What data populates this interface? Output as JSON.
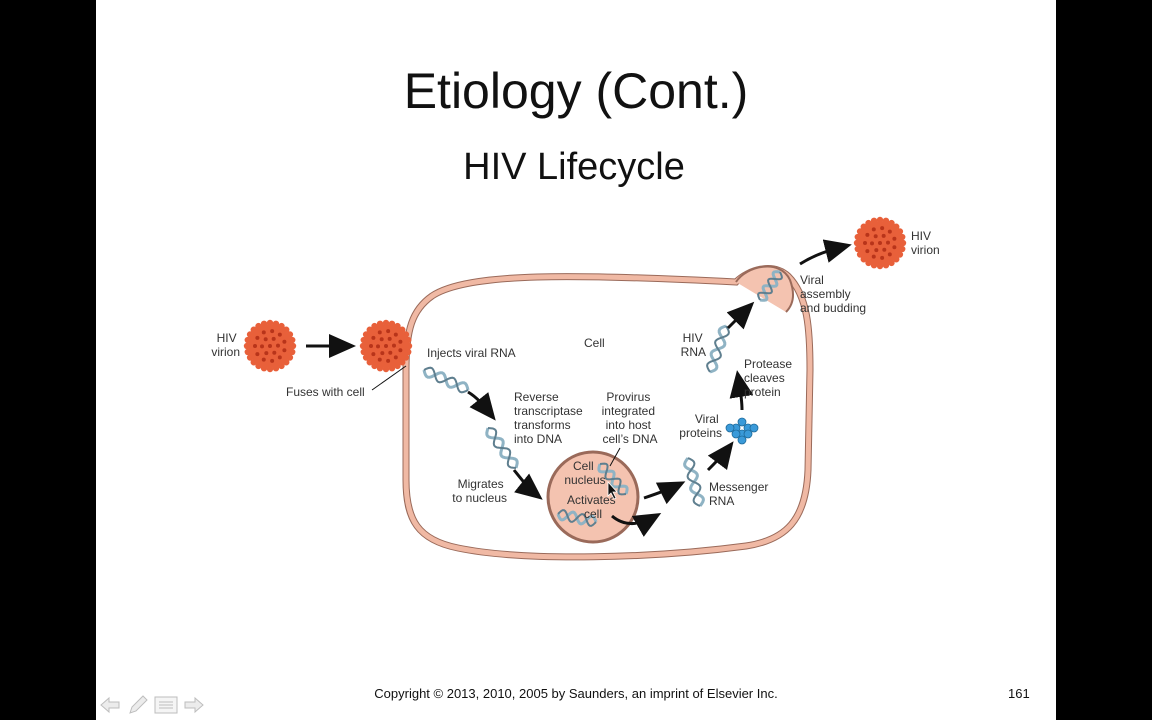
{
  "slide": {
    "title": "Etiology (Cont.)",
    "subtitle": "HIV Lifecycle",
    "footer": "Copyright © 2013, 2010, 2005 by Saunders, an imprint of Elsevier Inc.",
    "page_number": "161"
  },
  "diagram": {
    "labels": {
      "hiv_virion_left": [
        "HIV",
        "virion"
      ],
      "fuses_with_cell": "Fuses with cell",
      "injects_viral_rna": "Injects viral RNA",
      "cell": "Cell",
      "reverse_transcriptase": [
        "Reverse",
        "transcriptase",
        "transforms",
        "into DNA"
      ],
      "provirus": [
        "Provirus",
        "integrated",
        "into host",
        "cell’s DNA"
      ],
      "migrates": [
        "Migrates",
        "to nucleus"
      ],
      "cell_nucleus": [
        "Cell",
        "nucleus"
      ],
      "activates_cell": [
        "Activates",
        "cell"
      ],
      "messenger_rna": [
        "Messenger",
        "RNA"
      ],
      "viral_proteins": [
        "Viral",
        "proteins"
      ],
      "protease": [
        "Protease",
        "cleaves",
        "protein"
      ],
      "hiv_rna": [
        "HIV",
        "RNA"
      ],
      "viral_assembly": [
        "Viral",
        "assembly",
        "and budding"
      ],
      "hiv_virion_right": [
        "HIV",
        "virion"
      ]
    },
    "colors": {
      "virion": "#e8603a",
      "virion_dots": "#b8341a",
      "membrane": "#f0b9a4",
      "membrane_stroke": "#9a6a5a",
      "nucleus_fill": "#f4c3b0",
      "protein": "#3a9ad9",
      "helix": "#8fb3c4"
    }
  },
  "navigation": {
    "prev_icon": "arrow-left-icon",
    "pen_icon": "pen-icon",
    "menu_icon": "menu-icon",
    "next_icon": "arrow-right-icon"
  }
}
